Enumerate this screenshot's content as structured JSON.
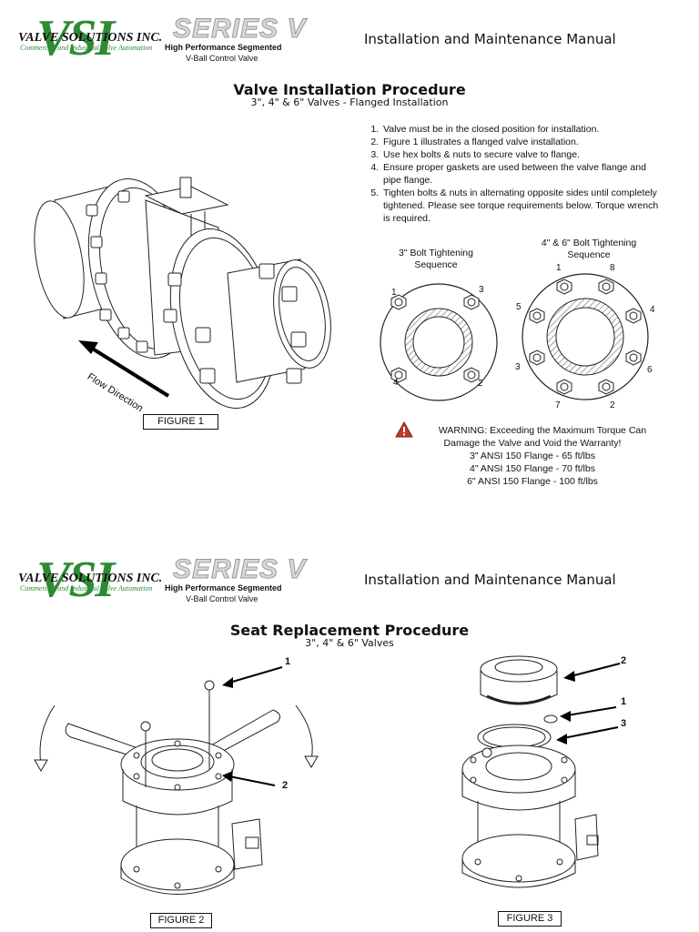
{
  "header": {
    "logo_letters": "VSI",
    "company_name": "VALVE SOLUTIONS INC.",
    "company_tagline": "Commercial and Industrial Valve Automation",
    "series_label": "SERIES V",
    "product_line1": "High Performance Segmented",
    "product_line2": "V-Ball Control Valve",
    "manual_title": "Installation and Maintenance Manual"
  },
  "page1": {
    "title": "Valve Installation Procedure",
    "subtitle": "3\", 4\" & 6\" Valves - Flanged Installation",
    "steps": [
      "Valve must be in the closed position for installation.",
      "Figure 1 illustrates a flanged valve installation.",
      "Use hex bolts & nuts to secure valve to flange.",
      "Ensure proper gaskets are used between the valve flange and pipe flange.",
      "Tighten bolts & nuts in alternating opposite sides until completely tightened. Please see torque requirements below. Torque wrench is required."
    ],
    "flow_label": "Flow Direction",
    "figure_label": "FIGURE 1",
    "seq3_caption": "3\" Bolt Tightening Sequence",
    "seq46_caption": "4\" & 6\" Bolt Tightening Sequence",
    "seq3_numbers": [
      "1",
      "3",
      "4",
      "2"
    ],
    "seq46_numbers": [
      "1",
      "8",
      "5",
      "4",
      "3",
      "6",
      "7",
      "2"
    ],
    "warning_line1": "WARNING: Exceeding the Maximum Torque Can",
    "warning_line2": "Damage the Valve and Void the Warranty!",
    "torque": [
      "3\" ANSI 150 Flange - 65 ft/lbs",
      "4\" ANSI 150 Flange - 70 ft/lbs",
      "6\" ANSI 150 Flange - 100 ft/lbs"
    ]
  },
  "page2": {
    "title": "Seat Replacement Procedure",
    "subtitle": "3\", 4\" & 6\" Valves",
    "fig2_callouts": [
      "1",
      "2"
    ],
    "fig3_callouts": [
      "2",
      "1",
      "3"
    ],
    "figure2_label": "FIGURE 2",
    "figure3_label": "FIGURE 3"
  },
  "colors": {
    "brand_green": "#2e8b35",
    "warning_red": "#c0392b"
  }
}
